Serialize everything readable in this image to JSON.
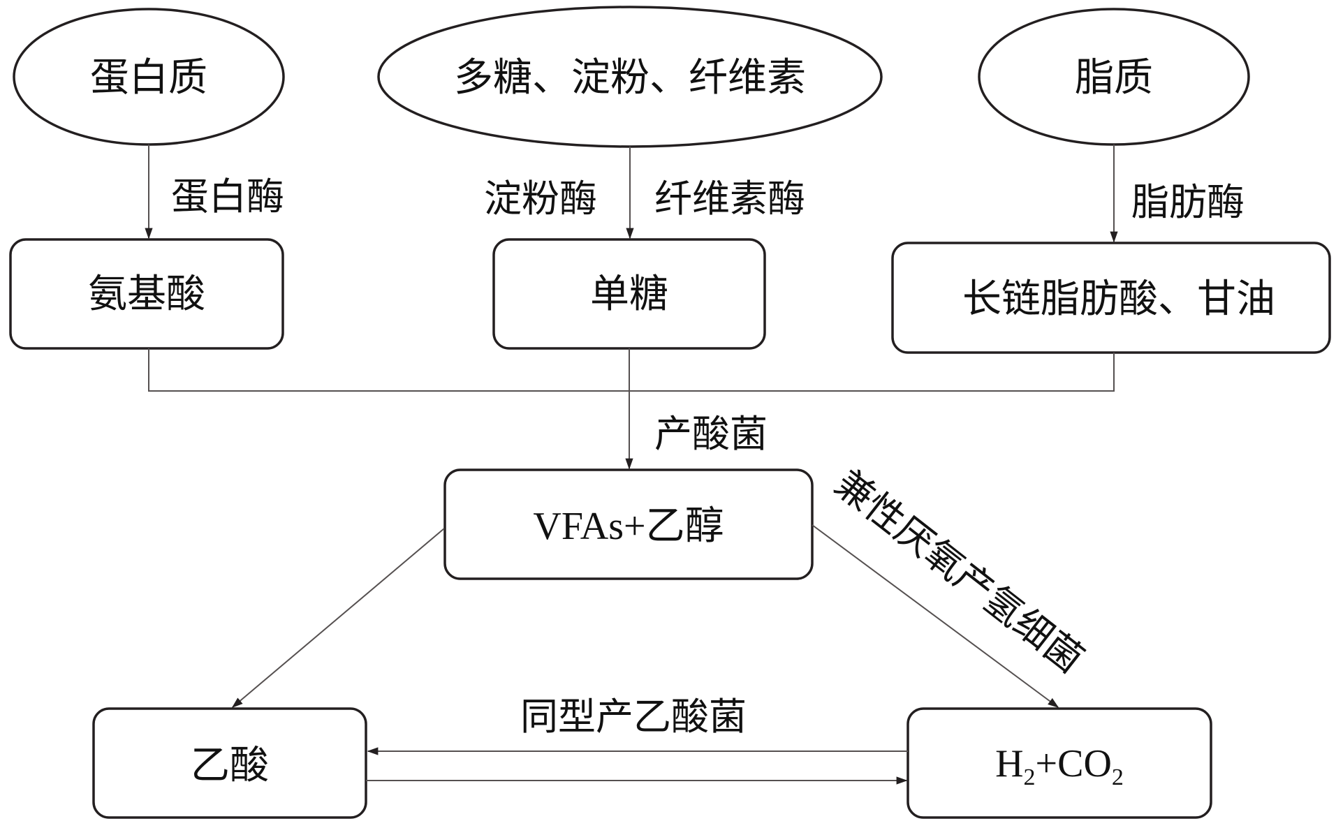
{
  "diagram": {
    "title": "",
    "nodes": {
      "protein": "蛋白质",
      "polysaccharide": "多糖、淀粉、纤维素",
      "lipid": "脂质",
      "amino_acid": "氨基酸",
      "monosaccharide": "单糖",
      "lcfa_glycerol": "长链脂肪酸、甘油",
      "vfas_ethanol": "VFAs+乙醇",
      "acetic_acid": "乙酸",
      "h2_co2": {
        "h": "H",
        "sub1": "2",
        "mid": "+CO",
        "sub2": "2"
      }
    },
    "edges": {
      "protease": "蛋白酶",
      "amylase": "淀粉酶",
      "cellulase": "纤维素酶",
      "lipase": "脂肪酶",
      "acidogenic_bacteria": "产酸菌",
      "facultative_h2_bacteria": "兼性厌氧产氢细菌",
      "homoacetogens": "同型产乙酸菌"
    },
    "colors": {
      "stroke": "#231f20",
      "connector": "#555050",
      "text": "#111111",
      "background": "#ffffff"
    }
  }
}
